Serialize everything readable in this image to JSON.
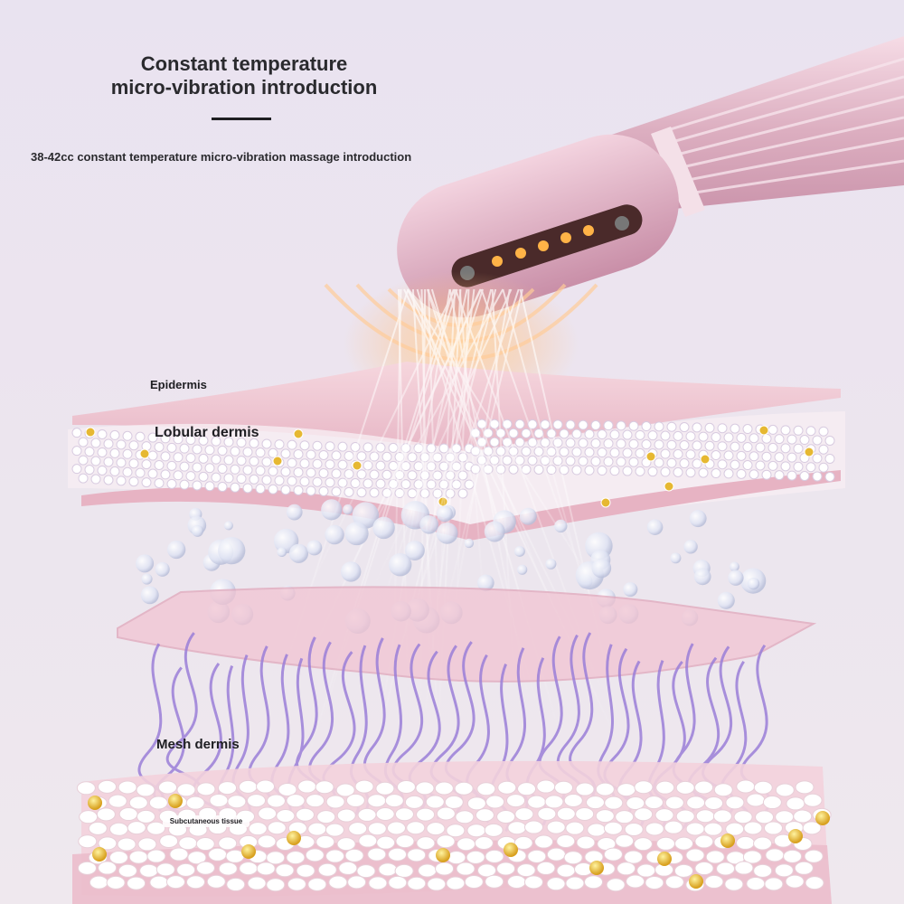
{
  "header": {
    "title_line1": "Constant temperature",
    "title_line2": "micro-vibration introduction",
    "subtitle": "38-42cc constant temperature micro-vibration massage introduction"
  },
  "layers": {
    "epidermis": "Epidermis",
    "lobular_dermis": "Lobular dermis",
    "mesh_dermis": "Mesh dermis",
    "subcutaneous": "Subcutaneous tissue"
  },
  "colors": {
    "background": "#ebe4ef",
    "device_pink": "#e4bccb",
    "skin_layer": "#f0c4cf",
    "fiber_purple": "#9b7fd8",
    "gold_particle": "#e2b52e",
    "glow_orange": "#ffb060"
  },
  "icons": {
    "device": "beauty-wand-device",
    "heat-waves": "warm-glow-arcs",
    "bubble": "water-droplet"
  }
}
